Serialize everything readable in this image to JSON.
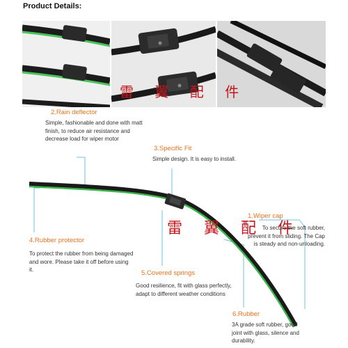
{
  "heading": "Product Details:",
  "watermark_top": "雷 翼 配 件",
  "watermark_mid": "雷 翼 配 件",
  "callouts": {
    "rain_deflector": {
      "title": "2.Rain deflector",
      "text": "Simple, fashionable and done with matt finish,  to reduce air resistance and decrease load for wiper motor"
    },
    "specific_fit": {
      "title": "3.Specific Fit",
      "text": "Simple design. It is easy to install."
    },
    "wiper_cap": {
      "title": "1.Wiper cap",
      "text": "To secure the soft rubber, prevent it from sliding. The Cap is steady and non-unloading."
    },
    "rubber_protector": {
      "title": "4.Rubber protector",
      "text": "To protect the rubber from being damaged and wore. Please take it off before using it."
    },
    "covered_springs": {
      "title": "5.Covered springs",
      "text": "Good resilience, fit with glass perfectly, adapt to different weather conditions"
    },
    "rubber": {
      "title": "6.Rubber",
      "text": "3A grade soft rubber, good joint with glass, silence and durability."
    }
  },
  "colors": {
    "callout_title": "#e8731d",
    "leader_line": "#6fc3e0",
    "protector_green": "#39b54a",
    "watermark": "#c4161c"
  }
}
